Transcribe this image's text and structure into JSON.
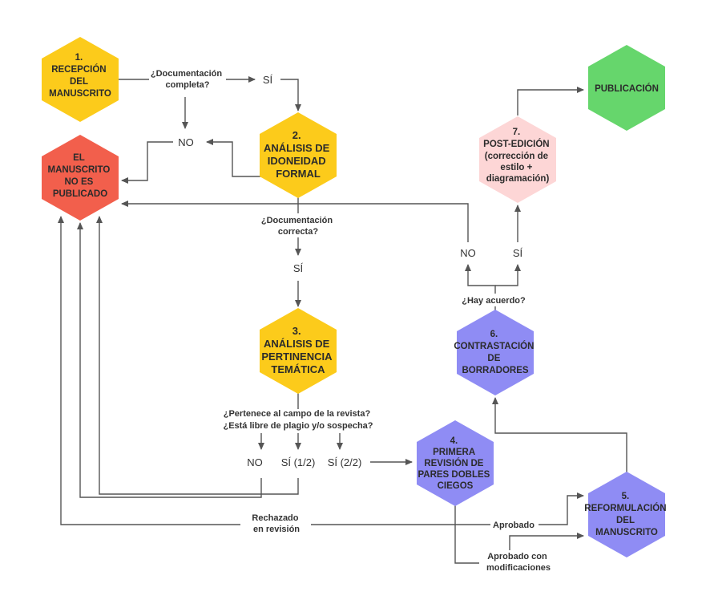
{
  "colors": {
    "yellow": "#fccb1b",
    "red": "#f25f4c",
    "pink": "#fdd6d6",
    "purple": "#8f8cf4",
    "green": "#66d66c",
    "line": "#555555",
    "text": "#2b2b2b"
  },
  "nodes": {
    "recepcion": [
      "1.",
      "RECEPCIÓN",
      "DEL",
      "MANUSCRITO"
    ],
    "no_publicado": [
      "EL",
      "MANUSCRITO",
      "NO ES",
      "PUBLICADO"
    ],
    "idoneidad": [
      "2.",
      "ANÁLISIS DE",
      "IDONEIDAD",
      "FORMAL"
    ],
    "pertinencia": [
      "3.",
      "ANÁLISIS DE",
      "PERTINENCIA",
      "TEMÁTICA"
    ],
    "primera_revision": [
      "4.",
      "PRIMERA",
      "REVISIÓN DE",
      "PARES DOBLES",
      "CIEGOS"
    ],
    "reformulacion": [
      "5.",
      "REFORMULACIÓN",
      "DEL",
      "MANUSCRITO"
    ],
    "contrastacion": [
      "6.",
      "CONTRASTACIÓN",
      "DE",
      "BORRADORES"
    ],
    "post_edicion": [
      "7.",
      "POST-EDICIÓN",
      "(corrección de",
      "estilo +",
      "diagramación)"
    ],
    "publicacion": [
      "PUBLICACIÓN"
    ]
  },
  "labels": {
    "doc_completa": [
      "¿Documentación",
      "completa?"
    ],
    "si_1": "SÍ",
    "no_1": "NO",
    "doc_correcta": [
      "¿Documentación",
      "correcta?"
    ],
    "si_2": "SÍ",
    "pertenece": [
      "¿Pertenece al campo de la revista?",
      "¿Está libre de plagio y/o sospecha?"
    ],
    "no_3": "NO",
    "si_half": "SÍ (1/2)",
    "si_full": "SÍ (2/2)",
    "rechazado": [
      "Rechazado",
      "en revisión"
    ],
    "aprobado": "Aprobado",
    "aprobado_mod": [
      "Aprobado con",
      "modificaciones"
    ],
    "hay_acuerdo": "¿Hay acuerdo?",
    "no_6": "NO",
    "si_6": "SÍ"
  }
}
